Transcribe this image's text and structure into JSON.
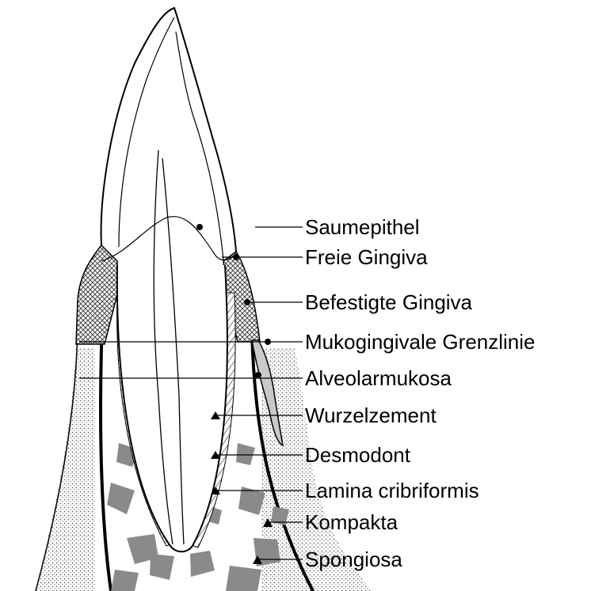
{
  "colors": {
    "ink": "#000000",
    "gingiva_fill": "#9a9a9a",
    "bone_fill": "#8c8c8c",
    "background": "#ffffff"
  },
  "labels": [
    {
      "id": "saumepithel",
      "text": "Saumepithel"
    },
    {
      "id": "freie-gingiva",
      "text": "Freie Gingiva"
    },
    {
      "id": "befestigte-gingiva",
      "text": "Befestigte Gingiva"
    },
    {
      "id": "mukogingivale-grenzlinie",
      "text": "Mukogingivale Grenzlinie"
    },
    {
      "id": "alveolarmukosa",
      "text": "Alveolarmukosa"
    },
    {
      "id": "wurzelzement",
      "text": "Wurzelzement"
    },
    {
      "id": "desmodont",
      "text": "Desmodont"
    },
    {
      "id": "lamina-cribriformis",
      "text": "Lamina cribriformis"
    },
    {
      "id": "kompakta",
      "text": "Kompakta"
    },
    {
      "id": "spongiosa",
      "text": "Spongiosa"
    }
  ]
}
